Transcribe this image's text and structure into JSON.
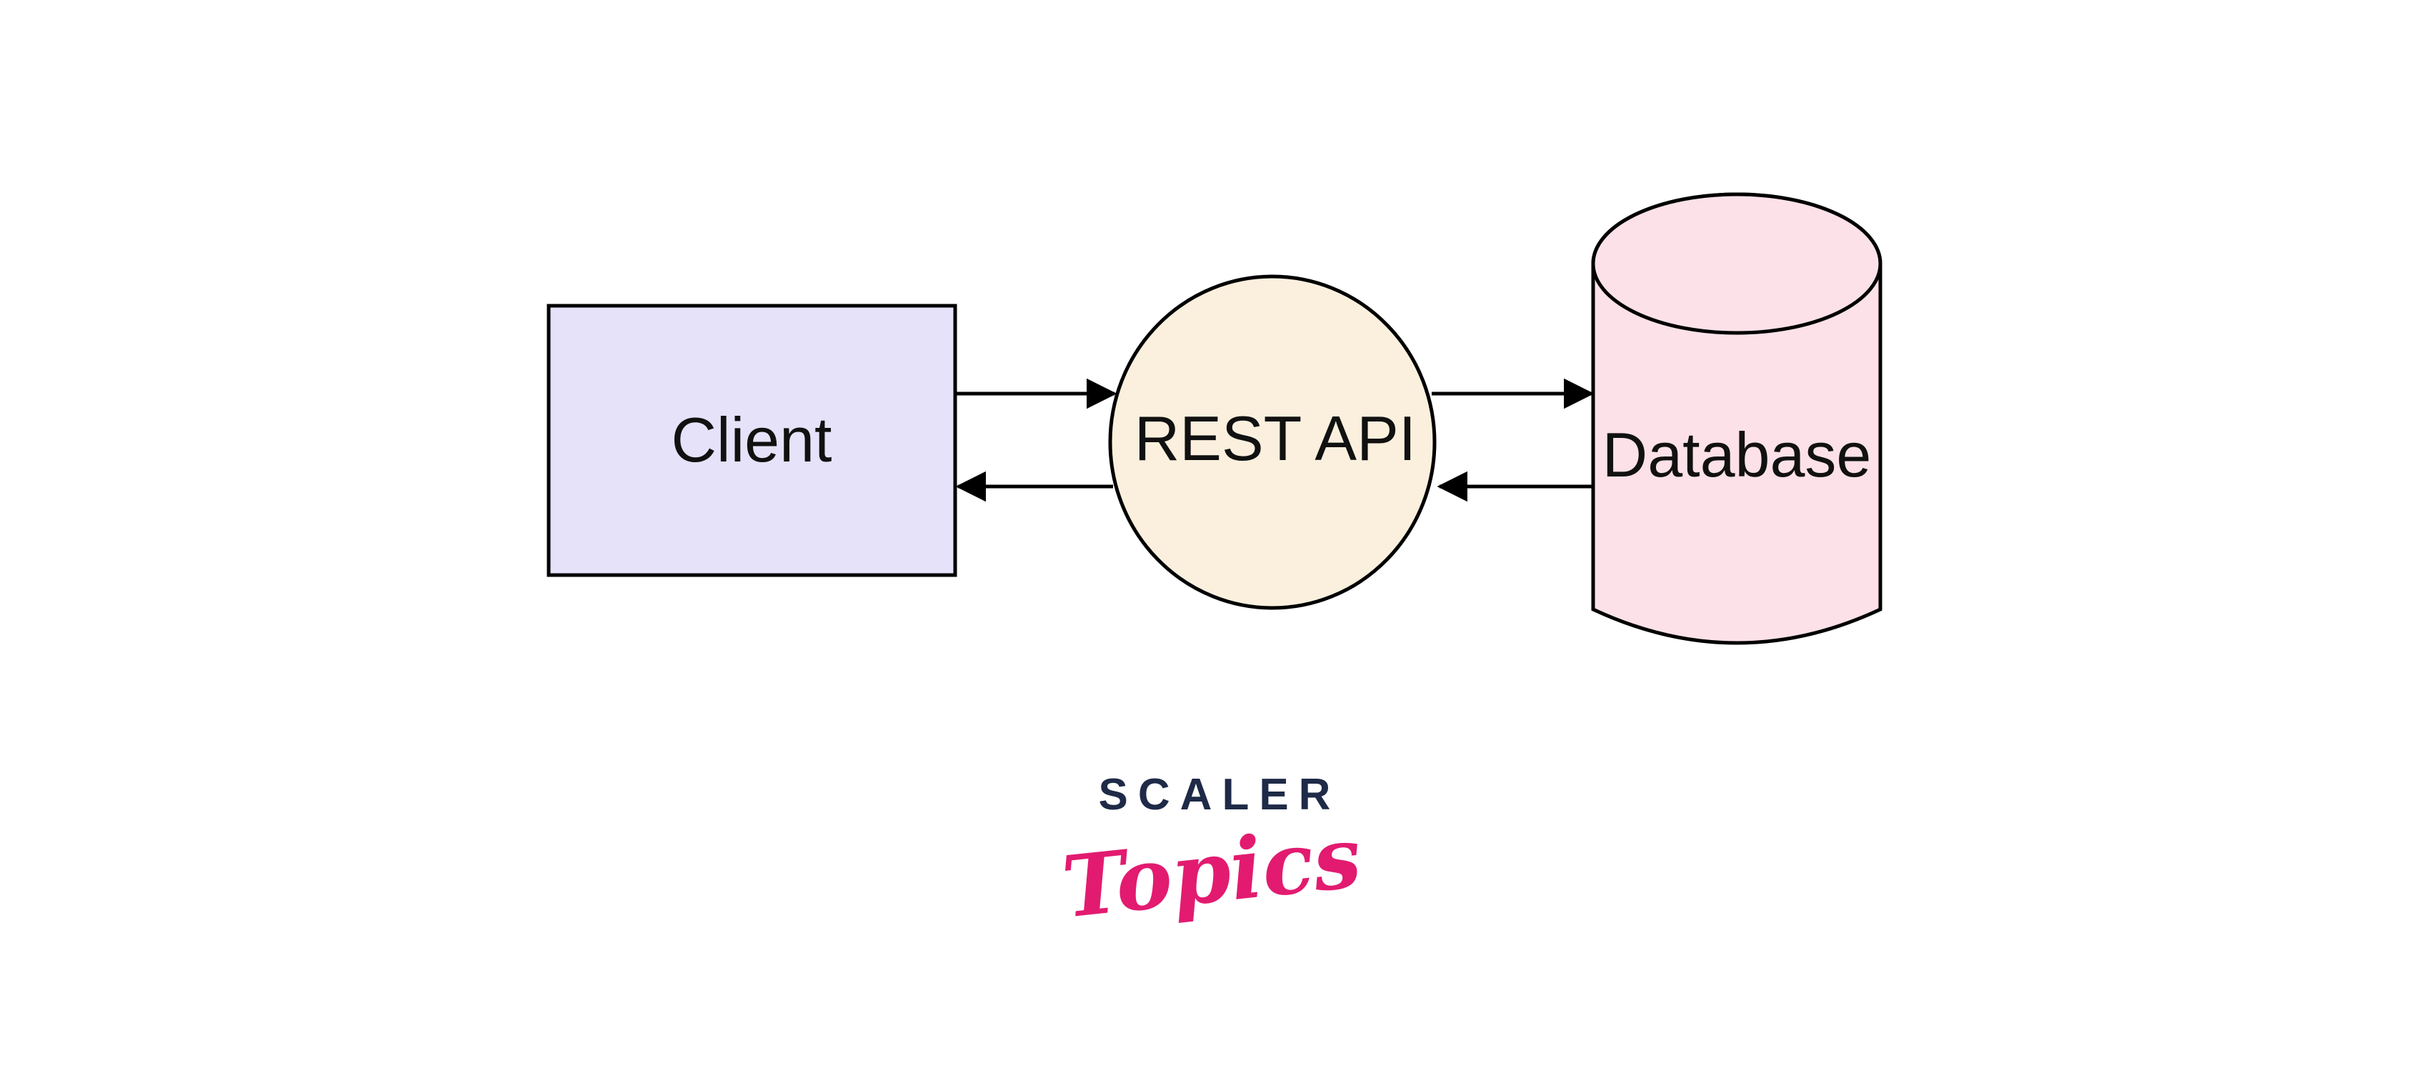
{
  "page": {
    "background": "#ffffff",
    "description": "Client - REST API - Database flow diagram"
  },
  "diagram": {
    "stroke_color": "#000000",
    "text_color": "#111111",
    "nodes": {
      "client": {
        "label": "Client",
        "shape": "rectangle",
        "fill": "#E5E2FA"
      },
      "rest_api": {
        "label": "REST API",
        "shape": "circle",
        "fill": "#FBF0DE"
      },
      "database": {
        "label": "Database",
        "shape": "cylinder",
        "fill": "#FCE1E8"
      }
    },
    "edges": [
      {
        "from": "Client",
        "to": "REST API",
        "arrow": "right"
      },
      {
        "from": "REST API",
        "to": "Client",
        "arrow": "left"
      },
      {
        "from": "REST API",
        "to": "Database",
        "arrow": "right"
      },
      {
        "from": "Database",
        "to": "REST API",
        "arrow": "left"
      }
    ]
  },
  "logo": {
    "scaler": "SCALER",
    "topics": "Topics",
    "scaler_color": "#1E2A47",
    "topics_color": "#E21B70"
  }
}
